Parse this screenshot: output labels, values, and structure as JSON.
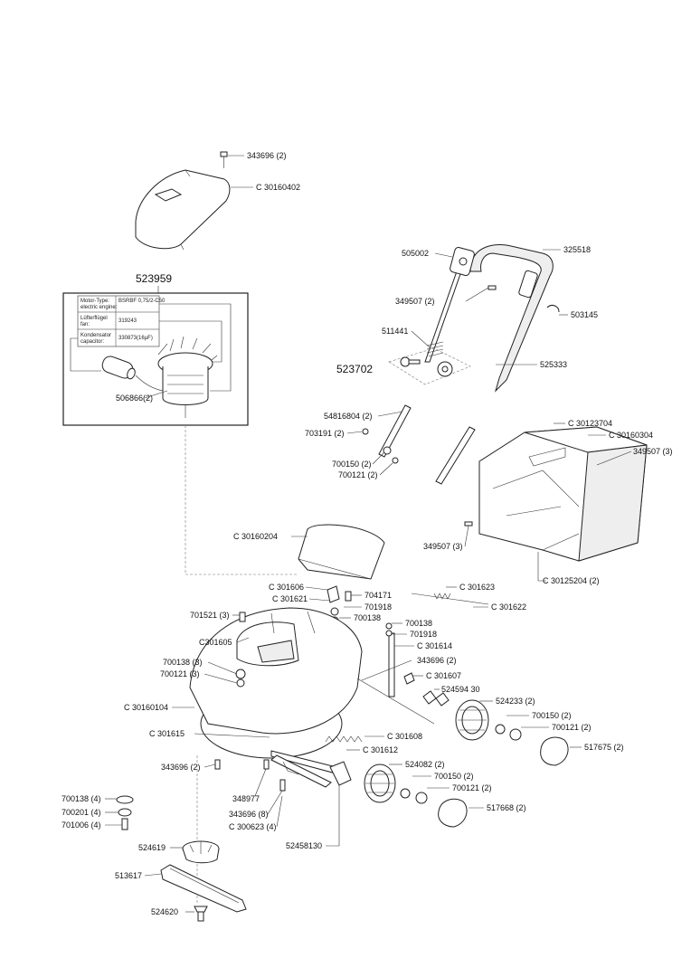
{
  "callouts": {
    "c1": "343696 (2)",
    "c2": "C 30160402",
    "c3": "523959",
    "c4": "506866(2)",
    "c5": "505002",
    "c6": "325518",
    "c7": "349507 (2)",
    "c8": "503145",
    "c9": "511441",
    "c10": "523702",
    "c11": "525333",
    "c12": "54816804 (2)",
    "c13": "703191 (2)",
    "c14": "700150 (2)",
    "c15": "700121 (2)",
    "c16": "C 30123704",
    "c17": "C 30160304",
    "c18": "349507 (3)",
    "c19": "349507 (3)",
    "c20": "C 30125204 (2)",
    "c21": "C 30160204",
    "c22": "C 301606",
    "c23": "C 301621",
    "c24": "704171",
    "c25": "701918",
    "c26": "700138",
    "c27": "C 301623",
    "c28": "C 301622",
    "c29": "701521 (3)",
    "c30": "C301605",
    "c31": "700138",
    "c32": "701918",
    "c33": "C 301614",
    "c34": "343696 (2)",
    "c35": "C 301607",
    "c36": "700138 (3)",
    "c37": "700121 (3)",
    "c38": "524594 30",
    "c39": "524233 (2)",
    "c40": "C 30160104",
    "c41": "700150 (2)",
    "c42": "700121 (2)",
    "c43": "C 301615",
    "c44": "C 301608",
    "c45": "517675 (2)",
    "c46": "C 301612",
    "c47": "343696 (2)",
    "c48": "524082 (2)",
    "c49": "700150 (2)",
    "c50": "700121 (2)",
    "c51": "700138 (4)",
    "c52": "348977",
    "c53": "517668 (2)",
    "c54": "700201 (4)",
    "c55": "343696 (8)",
    "c56": "701006 (4)",
    "c57": "C 300623 (4)",
    "c58": "524619",
    "c59": "52458130",
    "c60": "513617",
    "c61": "524620"
  },
  "motor_table": [
    {
      "label": "Motor-Type:\nelectric engine:",
      "value": "BSRBF 0,75/2-C50"
    },
    {
      "label": "Lüfterflügel\nfan:",
      "value": "319243"
    },
    {
      "label": "Kondensator\ncapacitor:",
      "value": "330873(16µF)"
    }
  ]
}
